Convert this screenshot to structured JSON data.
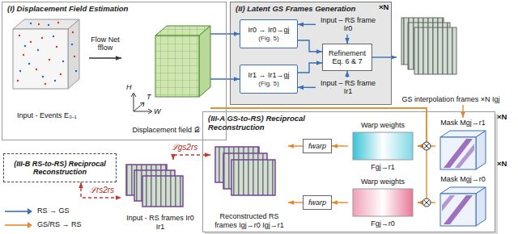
{
  "diagram": {
    "nodes": [
      {
        "text": [
          "(I) Displacement Field Estimation"
        ]
      },
      {
        "text": [
          "Input - Events E₀₋₁"
        ],
        "in": 0
      },
      {
        "text": [
          "Displacement field 𝒟"
        ],
        "in": 0
      },
      {
        "text": [
          "(II) Latent GS Frames Generation"
        ]
      },
      {
        "text": [
          "Ir0 → Ir0→gj",
          "(Fig. 5)"
        ],
        "in": 3
      },
      {
        "text": [
          "Ir1 → Ir1→gj",
          "(Fig. 5)"
        ],
        "in": 3
      },
      {
        "text": [
          "Refinement Eq. 6 & 7"
        ],
        "in": 3
      },
      {
        "text": [
          "GS interpolation frames ×N Igj"
        ]
      },
      {
        "text": [
          "(III-A GS-to-RS) Reciprocal Reconstruction"
        ]
      },
      {
        "text": [
          "Mask Mgj→r1"
        ],
        "in": 8
      },
      {
        "text": [
          "Mask Mgj→r0"
        ],
        "in": 8
      },
      {
        "text": [
          "Warp weights",
          "Fgj→r1"
        ],
        "in": 8
      },
      {
        "text": [
          "Warp weights",
          "Fgj→r0"
        ],
        "in": 8
      },
      {
        "text": [
          "fwarp"
        ],
        "in": 8
      },
      {
        "text": [
          "fwarp"
        ],
        "in": 8
      },
      {
        "text": [
          "Reconstructed RS frames Igj→r0 Igj→r1"
        ],
        "in": 8
      },
      {
        "text": [
          "Input - RS frames Ir0 Ir1"
        ]
      },
      {
        "text": [
          "(III-B RS-to-RS) Reciprocal Reconstruction"
        ]
      }
    ],
    "edges": [
      {
        "from": 1,
        "to": 2,
        "label": "Flow Net fflow",
        "arrow": "to"
      },
      {
        "from": 2,
        "to": 4,
        "arrow": "to"
      },
      {
        "from": 2,
        "to": 5,
        "arrow": "to"
      },
      {
        "from": 4,
        "to": 6,
        "arrow": "to"
      },
      {
        "from": 5,
        "to": 6,
        "arrow": "to"
      },
      {
        "from": 6,
        "to": 7,
        "arrow": "to"
      },
      {
        "from": 7,
        "to": 9,
        "arrow": "to"
      },
      {
        "from": 2,
        "to": 11,
        "arrow": "to"
      },
      {
        "from": 2,
        "to": 12,
        "arrow": "to"
      },
      {
        "from": 9,
        "to": 11,
        "arrow": "to"
      },
      {
        "from": 10,
        "to": 12,
        "arrow": "to"
      },
      {
        "from": 11,
        "to": 13,
        "arrow": "to"
      },
      {
        "from": 12,
        "to": 14,
        "arrow": "to"
      },
      {
        "from": 13,
        "to": 15,
        "arrow": "to"
      },
      {
        "from": 14,
        "to": 15,
        "arrow": "to"
      },
      {
        "from": 16,
        "to": 15,
        "label": "ℒgs2rs",
        "arrow": "both"
      },
      {
        "from": 17,
        "to": 16,
        "label": "ℒrs2rs",
        "arrow": "both"
      }
    ],
    "labels": [
      "H",
      "W",
      "T",
      "×N",
      "Input – RS frame Ir0",
      "Input – RS frame Ir1",
      "×N",
      "×N"
    ],
    "legend": [
      {
        "text": "RS → GS"
      },
      {
        "text": "GS/RS → RS"
      }
    ]
  }
}
